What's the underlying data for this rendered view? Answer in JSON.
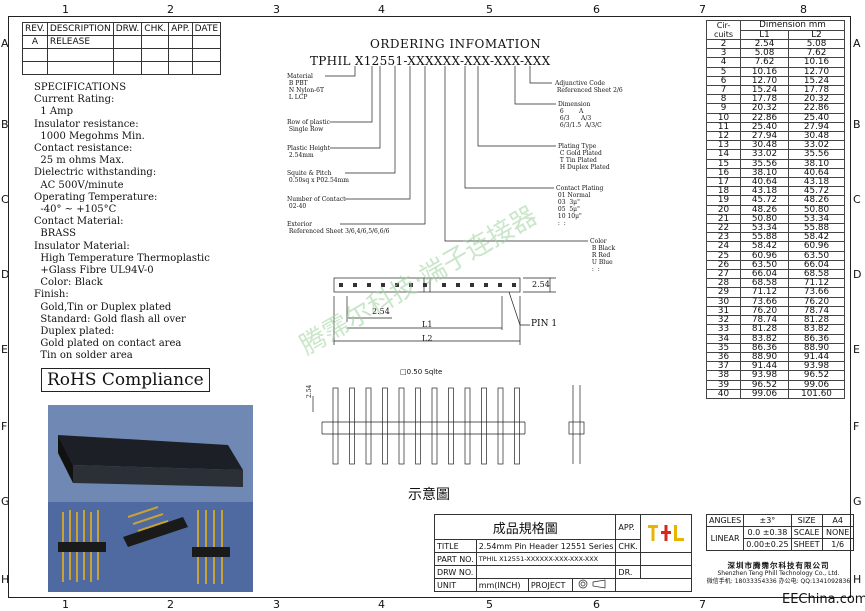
{
  "grid": {
    "cols": [
      "1",
      "2",
      "3",
      "4",
      "5",
      "6",
      "7",
      "8"
    ],
    "rows": [
      "A",
      "B",
      "C",
      "D",
      "E",
      "F",
      "G",
      "H"
    ]
  },
  "revision_table": {
    "headers": [
      "REV.",
      "DESCRIPTION",
      "DRW.",
      "CHK.",
      "APP.",
      "DATE"
    ],
    "row": [
      "A",
      "RELEASE",
      "",
      "",
      "",
      ""
    ]
  },
  "specifications": [
    "SPECIFICATIONS",
    "Current Rating:",
    "  1 Amp",
    "Insulator resistance:",
    "  1000 Megohms Min.",
    "Contact resistance:",
    "  25 m ohms Max.",
    "Dielectric withstanding:",
    "  AC 500V/minute",
    "Operating Temperature:",
    "  -40° ~ +105°C",
    "Contact Material:",
    "  BRASS",
    "Insulator Material:",
    "  High Temperature Thermoplastic",
    "  +Glass Fibre UL94V-0",
    "  Color: Black",
    "Finish:",
    "  Gold,Tin or Duplex plated",
    "  Standard: Gold flash all over",
    "  Duplex plated:",
    "  Gold plated on contact area",
    "  Tin on solder area"
  ],
  "rohs": "RoHS Compliance",
  "ordering": {
    "title": "ORDERING INFOMATION",
    "code": "TPHIL X12551-XXXXXX-XXX-XXX-XXX",
    "material": "Material\n B PBT\n N Nylon-6T\n L LCP",
    "row_of_plastic": "Row of plastic\n Single Row",
    "plastic_height": "Plastic Height\n 2.54mm",
    "squite_pitch": "Squite & Pitch\n 0.50sq x P02.54mm",
    "number_of_contact": "Number of Contact\n 02-40",
    "exterior": "Exterior\n Referenced Sheet 3/6,4/6,5/6,6/6",
    "adjunctive": "Adjunctive Code\n Referenced Sheet 2/6",
    "dimension": "Dimension\n 6        A\n 6/3      A/3\n 6/3/1.5  A/3/C",
    "plating_type": "Plating Type\n C Gold Plated\n T Tin Plated\n H Duplex Plated",
    "contact_plating": "Contact Plating\n 01 Normal\n 03  3μ\"\n 05  5μ\"\n 10 10μ\"\n :  :",
    "color": "Color\n B Black\n R Red\n U Blue\n :  :"
  },
  "drawing": {
    "dim_254_right": "2.54",
    "dim_254_bottom": "2.54",
    "dim_254_side": "2.54",
    "L1": "L1",
    "L2": "L2",
    "pin1": "PIN 1",
    "scale_note": "□0.50 Sqlte",
    "caption": "示意圖"
  },
  "dimension_table": {
    "header_left": "Cir-\ncuits",
    "header_top": "Dimension mm",
    "col_L1": "L1",
    "col_L2": "L2",
    "rows": [
      [
        "2",
        "2.54",
        "5.08"
      ],
      [
        "3",
        "5.08",
        "7.62"
      ],
      [
        "4",
        "7.62",
        "10.16"
      ],
      [
        "5",
        "10.16",
        "12.70"
      ],
      [
        "6",
        "12.70",
        "15.24"
      ],
      [
        "7",
        "15.24",
        "17.78"
      ],
      [
        "8",
        "17.78",
        "20.32"
      ],
      [
        "9",
        "20.32",
        "22.86"
      ],
      [
        "10",
        "22.86",
        "25.40"
      ],
      [
        "11",
        "25.40",
        "27.94"
      ],
      [
        "12",
        "27.94",
        "30.48"
      ],
      [
        "13",
        "30.48",
        "33.02"
      ],
      [
        "14",
        "33.02",
        "35.56"
      ],
      [
        "15",
        "35.56",
        "38.10"
      ],
      [
        "16",
        "38.10",
        "40.64"
      ],
      [
        "17",
        "40.64",
        "43.18"
      ],
      [
        "18",
        "43.18",
        "45.72"
      ],
      [
        "19",
        "45.72",
        "48.26"
      ],
      [
        "20",
        "48.26",
        "50.80"
      ],
      [
        "21",
        "50.80",
        "53.34"
      ],
      [
        "22",
        "53.34",
        "55.88"
      ],
      [
        "23",
        "55.88",
        "58.42"
      ],
      [
        "24",
        "58.42",
        "60.96"
      ],
      [
        "25",
        "60.96",
        "63.50"
      ],
      [
        "26",
        "63.50",
        "66.04"
      ],
      [
        "27",
        "66.04",
        "68.58"
      ],
      [
        "28",
        "68.58",
        "71.12"
      ],
      [
        "29",
        "71.12",
        "73.66"
      ],
      [
        "30",
        "73.66",
        "76.20"
      ],
      [
        "31",
        "76.20",
        "78.74"
      ],
      [
        "32",
        "78.74",
        "81.28"
      ],
      [
        "33",
        "81.28",
        "83.82"
      ],
      [
        "34",
        "83.82",
        "86.36"
      ],
      [
        "35",
        "86.36",
        "88.90"
      ],
      [
        "36",
        "88.90",
        "91.44"
      ],
      [
        "37",
        "91.44",
        "93.98"
      ],
      [
        "38",
        "93.98",
        "96.52"
      ],
      [
        "39",
        "96.52",
        "99.06"
      ],
      [
        "40",
        "99.06",
        "101.60"
      ]
    ]
  },
  "title_block": {
    "cn_title": "成品規格圖",
    "title_label": "TITLE",
    "title_value": "2.54mm Pin Header 12551 Series",
    "partno_label": "PART NO.",
    "partno_value": "TPHIL X12551-XXXXXX-XXX-XXX-XXX",
    "drwno_label": "DRW NO.",
    "unit_label": "UNIT",
    "unit_value": "mm(INCH)",
    "project_label": "PROJECT",
    "app_label": "APP.",
    "chk_label": "CHK.",
    "dr_label": "DR.",
    "angles_label": "ANGLES",
    "angles_value": "±3°",
    "size_label": "SIZE",
    "size_value": "A4",
    "linear_label": "LINEAR",
    "linear_value1": "0.0 ±0.38",
    "linear_value2": "0.00±0.25",
    "scale_label": "SCALE",
    "scale_value": "NONE",
    "sheet_label": "SHEET",
    "sheet_value": "1/6"
  },
  "company": {
    "cn": "深圳市腾霈尔科技有限公司",
    "en": "Shenzhen Teng Phill Technology Co., Ltd.",
    "tel": "微信手机: 18033354336  办公电: QQ:1341092836"
  },
  "watermark": "腾霈尔科技·端子连接器",
  "site": "EEChina.com",
  "colors": {
    "accent_red": "#d9261c",
    "accent_yellow": "#e8b400",
    "photo_blue": "#3e5682"
  }
}
